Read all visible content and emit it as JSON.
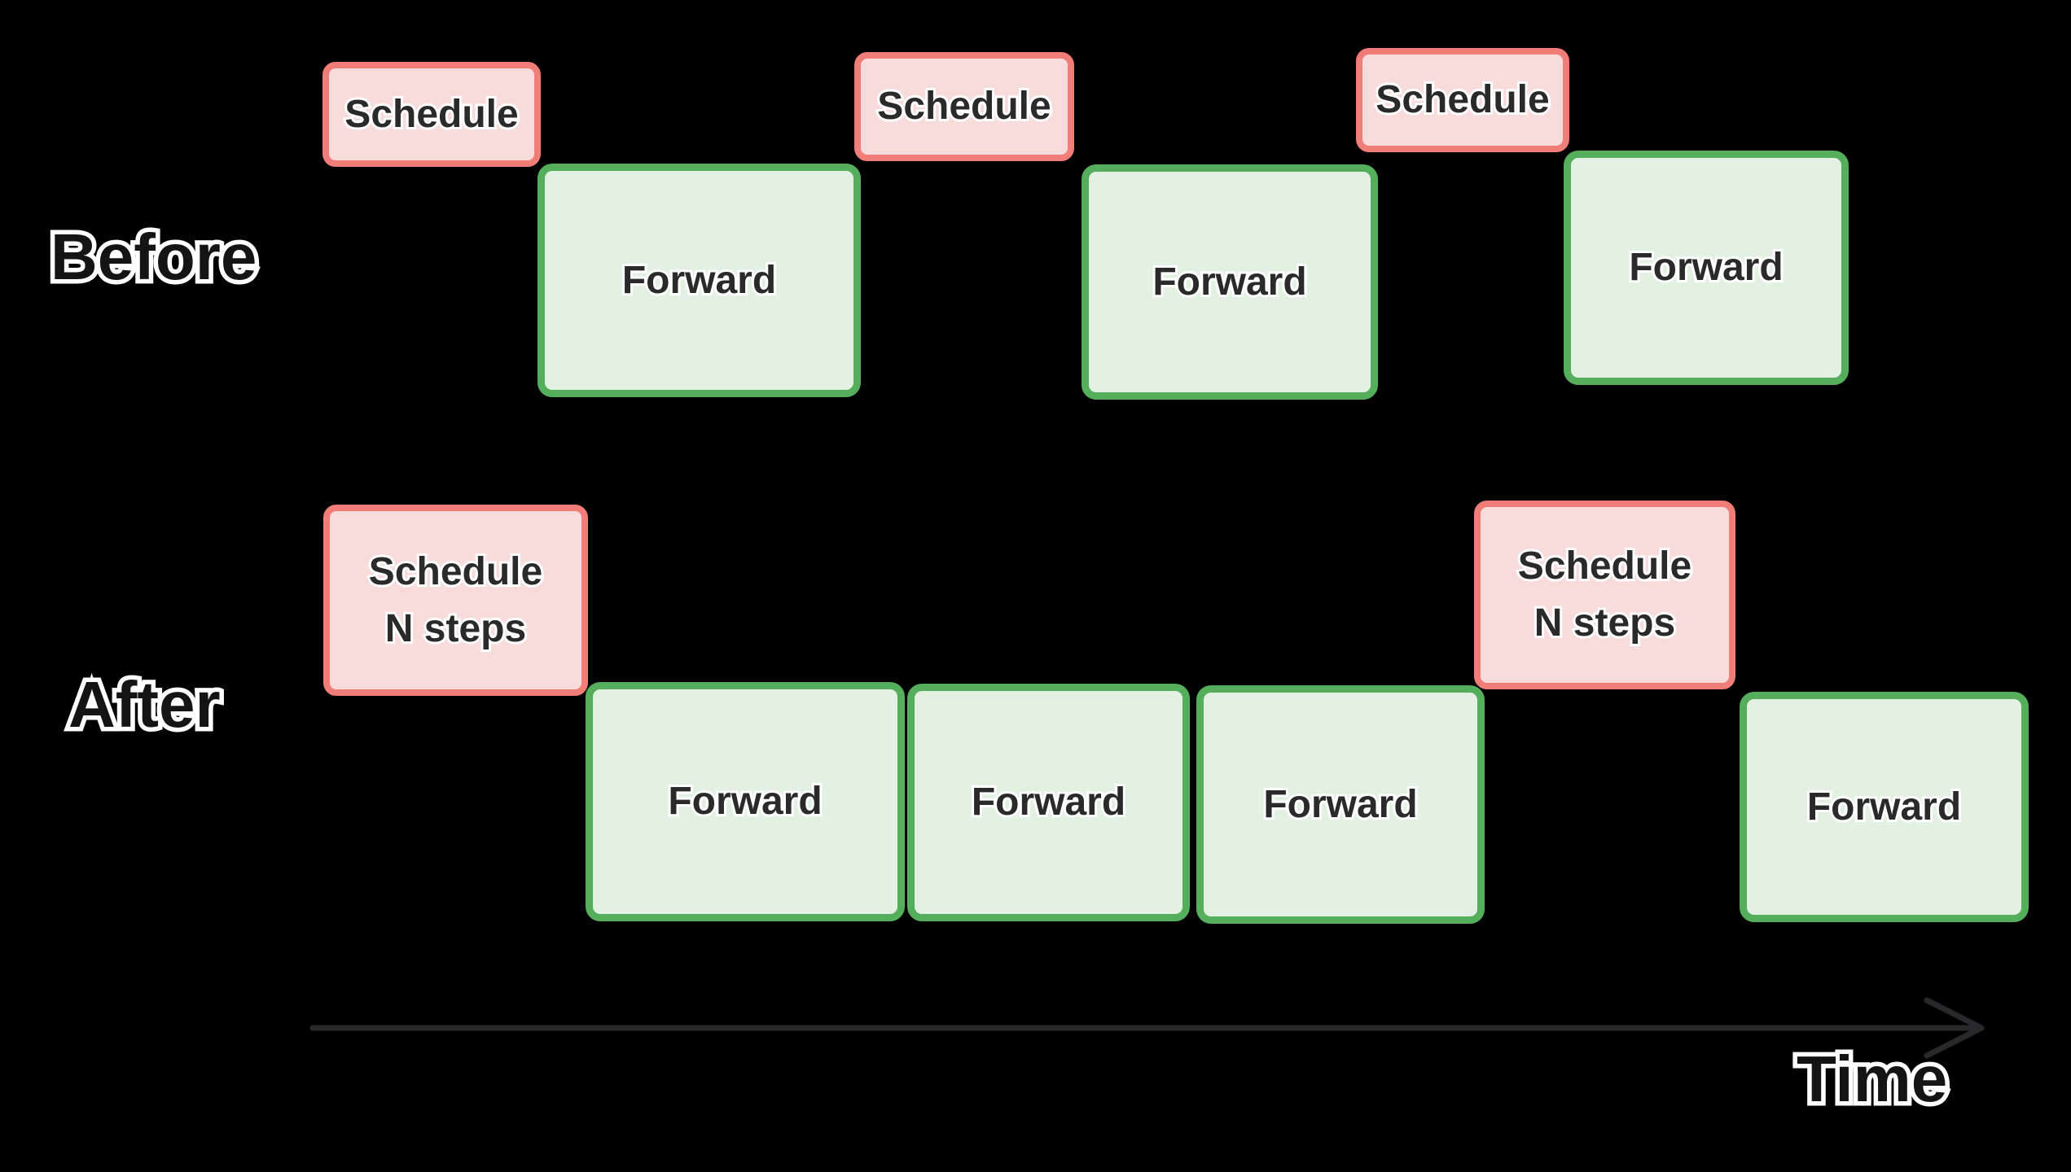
{
  "colors": {
    "background": "#000000",
    "schedule_fill": "#f8dcdc",
    "schedule_border": "#f07d78",
    "forward_fill": "#e3f1e3",
    "forward_border": "#54ae5c",
    "box_text": "#2a2a2a",
    "label_text": "#141414",
    "text_outline": "#ffffff",
    "arrow": "#29292c"
  },
  "rows": {
    "before": {
      "label": "Before",
      "schedules": [
        {
          "label": "Schedule"
        },
        {
          "label": "Schedule"
        },
        {
          "label": "Schedule"
        }
      ],
      "forwards": [
        {
          "label": "Forward"
        },
        {
          "label": "Forward"
        },
        {
          "label": "Forward"
        }
      ]
    },
    "after": {
      "label": "After",
      "schedules": [
        {
          "line1": "Schedule",
          "line2": "N steps"
        },
        {
          "line1": "Schedule",
          "line2": "N steps"
        }
      ],
      "forwards": [
        {
          "label": "Forward"
        },
        {
          "label": "Forward"
        },
        {
          "label": "Forward"
        },
        {
          "label": "Forward"
        }
      ]
    }
  },
  "time_axis": {
    "label": "Time"
  }
}
